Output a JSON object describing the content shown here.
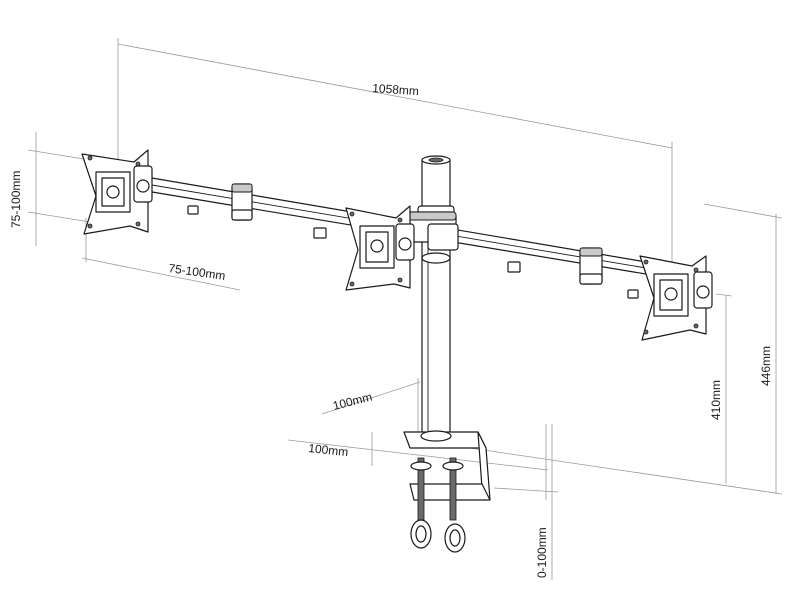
{
  "dimensions": {
    "total_width": "1058mm",
    "vesa_vertical": "75-100mm",
    "vesa_horizontal": "75-100mm",
    "clamp_depth": "100mm",
    "clamp_width": "100mm",
    "arm_height": "410mm",
    "total_height": "446mm",
    "clamp_range": "0-100mm"
  }
}
